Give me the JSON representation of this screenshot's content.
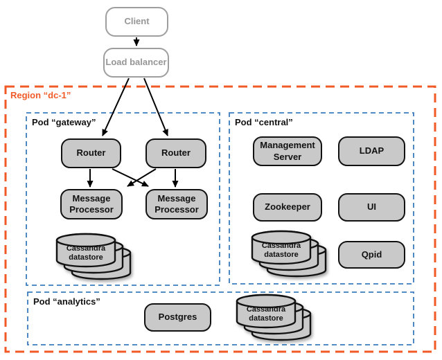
{
  "colors": {
    "region_border": "#F15A26",
    "pod_border": "#3A7CBF",
    "node_fill": "#C9C9C9",
    "node_border": "#111111",
    "external_border": "#9E9E9E",
    "external_text": "#969696",
    "arrow": "#000000"
  },
  "external": {
    "client": "Client",
    "load_balancer": "Load balancer"
  },
  "region": {
    "label": "Region “dc-1”",
    "pods": {
      "gateway": {
        "label": "Pod “gateway”",
        "routers": [
          "Router",
          "Router"
        ],
        "processors": [
          "Message Processor",
          "Message Processor"
        ],
        "datastore": "Cassandra datastore"
      },
      "central": {
        "label": "Pod “central”",
        "management_server": "Management Server",
        "ldap": "LDAP",
        "zookeeper": "Zookeeper",
        "ui": "UI",
        "qpid": "Qpid",
        "datastore": "Cassandra datastore"
      },
      "analytics": {
        "label": "Pod “analytics”",
        "postgres": "Postgres",
        "datastore": "Cassandra datastore"
      }
    }
  }
}
